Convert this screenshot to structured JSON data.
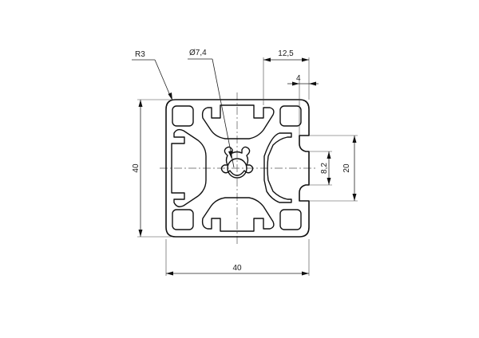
{
  "drawing": {
    "part": "40x40 aluminium T-slot profile, cross-section",
    "dimensions": {
      "width": "40",
      "height": "40",
      "corner_radius": "R3",
      "bore_diameter": "Ø7,4",
      "slot_offset": "12,5",
      "slot_depth": "4",
      "slot_opening": "8,2",
      "slot_span": "20"
    },
    "colors": {
      "line": "#111111",
      "background": "#ffffff"
    }
  }
}
